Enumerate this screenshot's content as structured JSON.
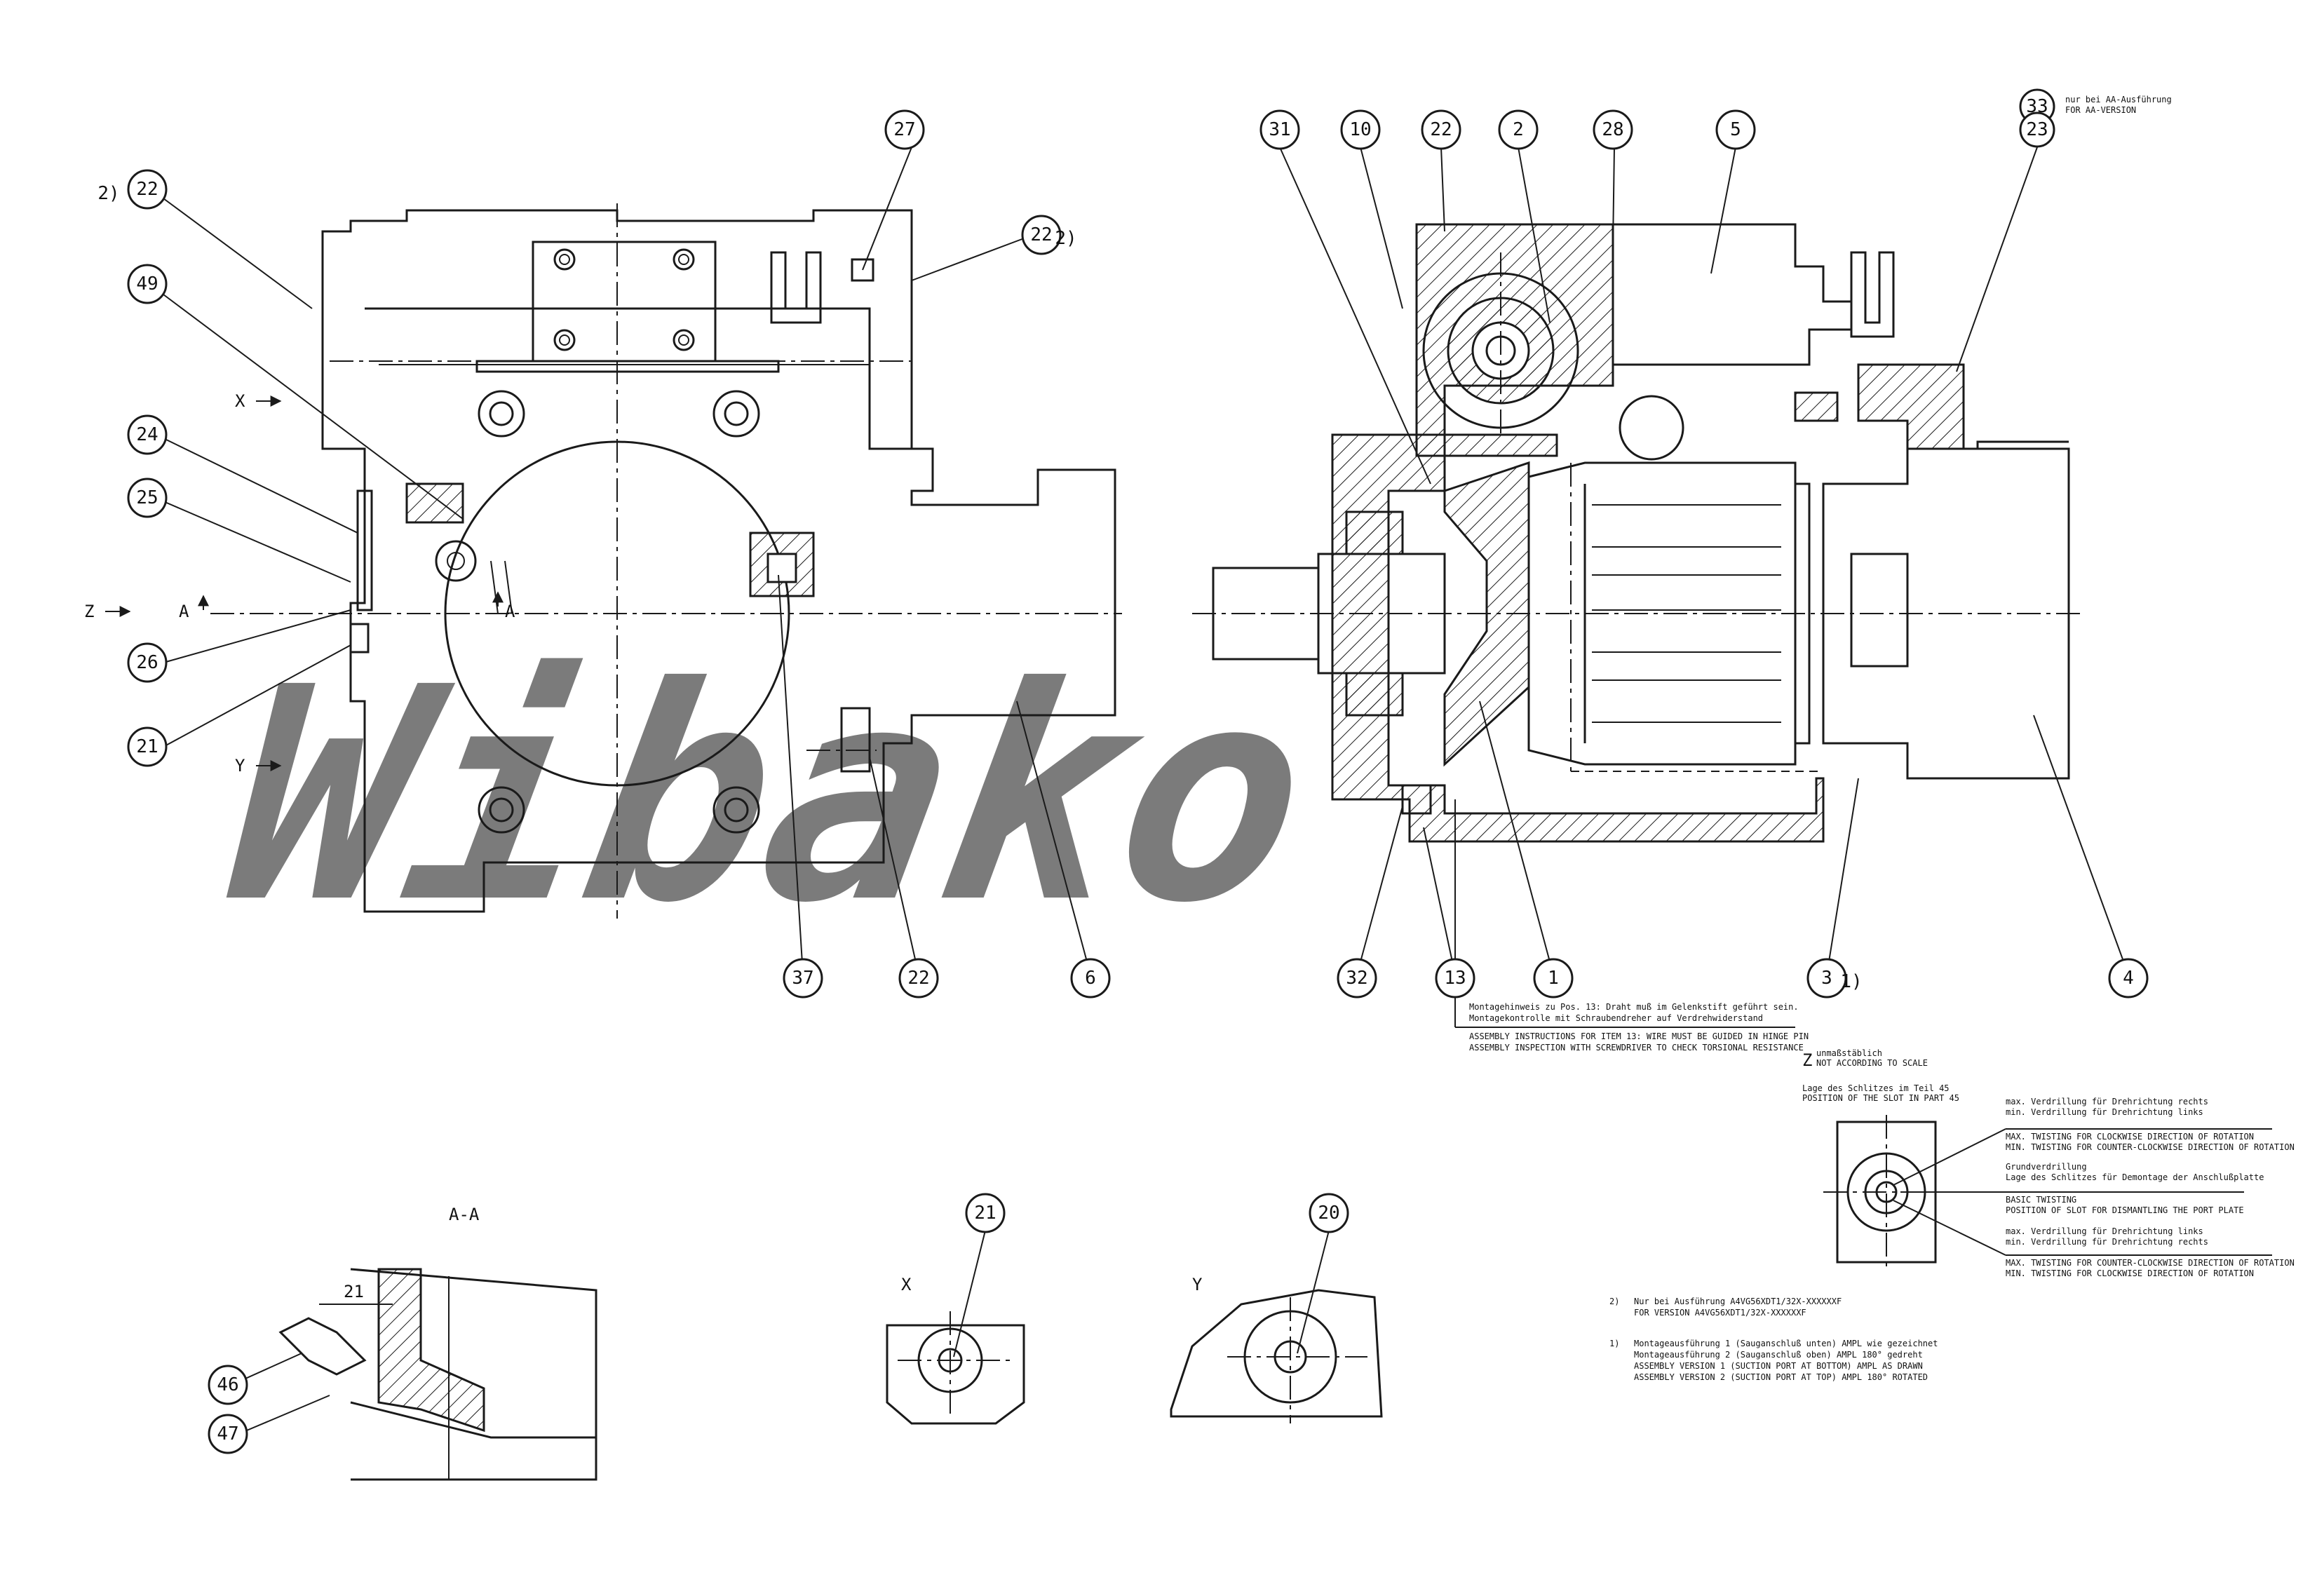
{
  "watermark": "Wibako",
  "position_bubbles": [
    {
      "id": "p22a",
      "label": "22",
      "mark": "2)"
    },
    {
      "id": "p49",
      "label": "49"
    },
    {
      "id": "p24",
      "label": "24"
    },
    {
      "id": "p25",
      "label": "25"
    },
    {
      "id": "p26",
      "label": "26"
    },
    {
      "id": "p21a",
      "label": "21"
    },
    {
      "id": "p27",
      "label": "27"
    },
    {
      "id": "p22b",
      "label": "22",
      "mark": "2)"
    },
    {
      "id": "p37",
      "label": "37"
    },
    {
      "id": "p22c",
      "label": "22"
    },
    {
      "id": "p6",
      "label": "6"
    },
    {
      "id": "p31",
      "label": "31"
    },
    {
      "id": "p10",
      "label": "10"
    },
    {
      "id": "p22d",
      "label": "22"
    },
    {
      "id": "p2",
      "label": "2"
    },
    {
      "id": "p28",
      "label": "28"
    },
    {
      "id": "p5",
      "label": "5"
    },
    {
      "id": "p33",
      "label": "33"
    },
    {
      "id": "p23",
      "label": "23"
    },
    {
      "id": "p32",
      "label": "32"
    },
    {
      "id": "p13",
      "label": "13"
    },
    {
      "id": "p1",
      "label": "1"
    },
    {
      "id": "p3",
      "label": "3",
      "mark": "1)"
    },
    {
      "id": "p4",
      "label": "4"
    },
    {
      "id": "p46",
      "label": "46"
    },
    {
      "id": "p47",
      "label": "47"
    },
    {
      "id": "p21b",
      "label": "21"
    },
    {
      "id": "p20",
      "label": "20"
    }
  ],
  "view_labels": {
    "x_arrow": "X",
    "y_arrow": "Y",
    "z_arrow": "Z",
    "section_a_left": "A",
    "section_a_right": "A",
    "section_aa_title": "A-A",
    "detail_x": "X",
    "detail_y": "Y",
    "detail_z": "Z",
    "dim_21": "21"
  },
  "notes": {
    "aa_version_de": "nur bei AA-Ausführung",
    "aa_version_en": "FOR AA-VERSION",
    "assembly_hint": [
      "Montagehinweis zu Pos. 13: Draht muß im Gelenkstift geführt sein.",
      "Montagekontrolle mit Schraubendreher auf Verdrehwiderstand",
      "ASSEMBLY INSTRUCTIONS FOR ITEM 13: WIRE MUST BE GUIDED IN HINGE PIN",
      "ASSEMBLY INSPECTION WITH SCREWDRIVER TO CHECK TORSIONAL RESISTANCE"
    ],
    "z_scale_de": "unmaßstäblich",
    "z_scale_en": "NOT ACCORDING TO SCALE",
    "slot_position": [
      "Lage des Schlitzes im Teil 45",
      "POSITION OF THE SLOT IN PART 45"
    ],
    "twist_clockwise": [
      "max. Verdrillung für Drehrichtung rechts",
      "min. Verdrillung für Drehrichtung links",
      "MAX. TWISTING FOR CLOCKWISE DIRECTION OF ROTATION",
      "MIN. TWISTING FOR COUNTER-CLOCKWISE DIRECTION OF ROTATION"
    ],
    "basic_twist": [
      "Grundverdrillung",
      "Lage des Schlitzes für Demontage der Anschlußplatte",
      "BASIC TWISTING",
      "POSITION OF SLOT FOR DISMANTLING THE PORT PLATE"
    ],
    "twist_counter": [
      "max. Verdrillung für Drehrichtung links",
      "min. Verdrillung für Drehrichtung rechts",
      "MAX. TWISTING FOR COUNTER-CLOCKWISE DIRECTION OF ROTATION",
      "MIN. TWISTING FOR CLOCKWISE DIRECTION OF ROTATION"
    ],
    "footnote2_mark": "2)",
    "footnote2": [
      "Nur bei Ausführung A4VG56XDT1/32X-XXXXXXF",
      "FOR VERSION A4VG56XDT1/32X-XXXXXXF"
    ],
    "footnote1_mark": "1)",
    "footnote1": [
      "Montageausführung 1 (Sauganschluß unten) AMPL wie gezeichnet",
      "Montageausführung 2 (Sauganschluß oben) AMPL 180° gedreht",
      "ASSEMBLY VERSION 1 (SUCTION PORT AT BOTTOM) AMPL AS DRAWN",
      "ASSEMBLY VERSION 2 (SUCTION PORT AT TOP) AMPL 180° ROTATED"
    ]
  }
}
